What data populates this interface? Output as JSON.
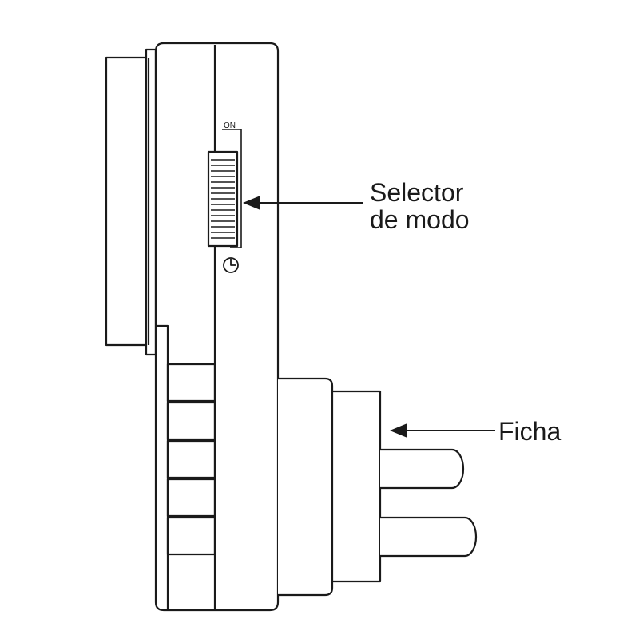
{
  "diagram": {
    "switch_on_label": "ON",
    "timer_symbol": "clock-icon",
    "callouts": [
      {
        "id": "mode-selector",
        "lines": [
          "Selector",
          "de modo"
        ]
      },
      {
        "id": "plug",
        "lines": [
          "Ficha"
        ]
      }
    ],
    "colors": {
      "stroke": "#1a1a1a",
      "fill": "#ffffff"
    }
  }
}
